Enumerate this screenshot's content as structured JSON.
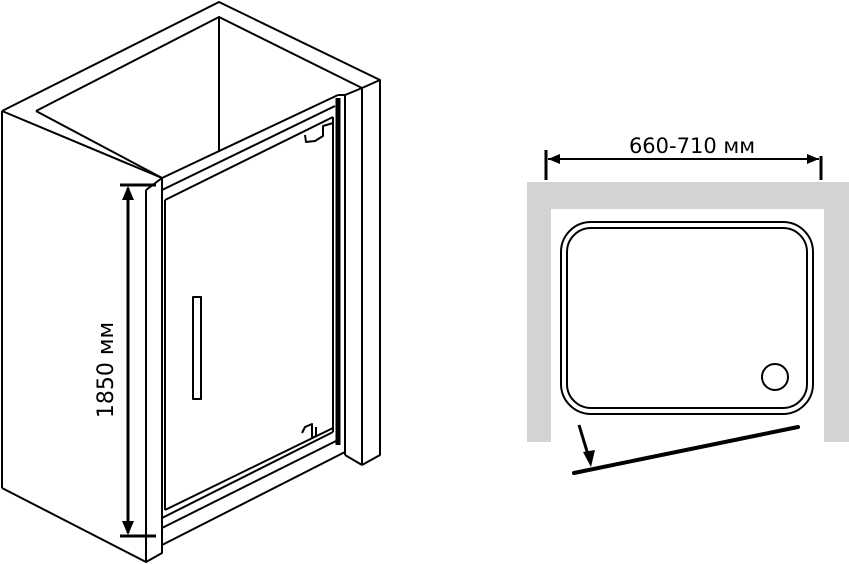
{
  "diagram": {
    "isometric_view": {
      "height_label": "1850 мм",
      "height_mm": 1850
    },
    "plan_view": {
      "width_label": "660-710 мм",
      "width_range_mm": [
        660,
        710
      ]
    },
    "colors": {
      "line": "#000000",
      "wall_fill": "#d3d3d3",
      "background": "#ffffff"
    }
  }
}
